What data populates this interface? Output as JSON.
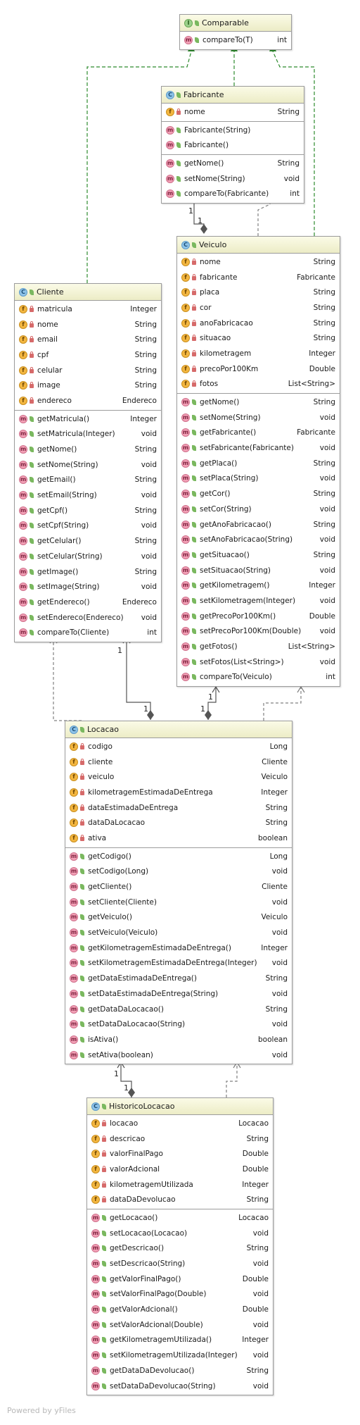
{
  "classes": {
    "comparable": {
      "name": "Comparable",
      "kind": "I",
      "attributes": [],
      "methods": [
        {
          "name": "compareTo(T)",
          "type": "int"
        }
      ]
    },
    "fabricante": {
      "name": "Fabricante",
      "kind": "C",
      "attributes": [
        {
          "name": "nome",
          "type": "String"
        }
      ],
      "constructors": [
        {
          "name": "Fabricante(String)",
          "type": ""
        },
        {
          "name": "Fabricante()",
          "type": ""
        }
      ],
      "methods": [
        {
          "name": "getNome()",
          "type": "String"
        },
        {
          "name": "setNome(String)",
          "type": "void"
        },
        {
          "name": "compareTo(Fabricante)",
          "type": "int"
        }
      ]
    },
    "veiculo": {
      "name": "Veiculo",
      "kind": "C",
      "attributes": [
        {
          "name": "nome",
          "type": "String"
        },
        {
          "name": "fabricante",
          "type": "Fabricante"
        },
        {
          "name": "placa",
          "type": "String"
        },
        {
          "name": "cor",
          "type": "String"
        },
        {
          "name": "anoFabricacao",
          "type": "String"
        },
        {
          "name": "situacao",
          "type": "String"
        },
        {
          "name": "kilometragem",
          "type": "Integer"
        },
        {
          "name": "precoPor100Km",
          "type": "Double"
        },
        {
          "name": "fotos",
          "type": "List<String>"
        }
      ],
      "methods": [
        {
          "name": "getNome()",
          "type": "String"
        },
        {
          "name": "setNome(String)",
          "type": "void"
        },
        {
          "name": "getFabricante()",
          "type": "Fabricante"
        },
        {
          "name": "setFabricante(Fabricante)",
          "type": "void"
        },
        {
          "name": "getPlaca()",
          "type": "String"
        },
        {
          "name": "setPlaca(String)",
          "type": "void"
        },
        {
          "name": "getCor()",
          "type": "String"
        },
        {
          "name": "setCor(String)",
          "type": "void"
        },
        {
          "name": "getAnoFabricacao()",
          "type": "String"
        },
        {
          "name": "setAnoFabricacao(String)",
          "type": "void"
        },
        {
          "name": "getSituacao()",
          "type": "String"
        },
        {
          "name": "setSituacao(String)",
          "type": "void"
        },
        {
          "name": "getKilometragem()",
          "type": "Integer"
        },
        {
          "name": "setKilometragem(Integer)",
          "type": "void"
        },
        {
          "name": "getPrecoPor100Km()",
          "type": "Double"
        },
        {
          "name": "setPrecoPor100Km(Double)",
          "type": "void"
        },
        {
          "name": "getFotos()",
          "type": "List<String>"
        },
        {
          "name": "setFotos(List<String>)",
          "type": "void"
        },
        {
          "name": "compareTo(Veiculo)",
          "type": "int"
        }
      ]
    },
    "cliente": {
      "name": "Cliente",
      "kind": "C",
      "attributes": [
        {
          "name": "matricula",
          "type": "Integer"
        },
        {
          "name": "nome",
          "type": "String"
        },
        {
          "name": "email",
          "type": "String"
        },
        {
          "name": "cpf",
          "type": "String"
        },
        {
          "name": "celular",
          "type": "String"
        },
        {
          "name": "image",
          "type": "String"
        },
        {
          "name": "endereco",
          "type": "Endereco"
        }
      ],
      "methods": [
        {
          "name": "getMatricula()",
          "type": "Integer"
        },
        {
          "name": "setMatricula(Integer)",
          "type": "void"
        },
        {
          "name": "getNome()",
          "type": "String"
        },
        {
          "name": "setNome(String)",
          "type": "void"
        },
        {
          "name": "getEmail()",
          "type": "String"
        },
        {
          "name": "setEmail(String)",
          "type": "void"
        },
        {
          "name": "getCpf()",
          "type": "String"
        },
        {
          "name": "setCpf(String)",
          "type": "void"
        },
        {
          "name": "getCelular()",
          "type": "String"
        },
        {
          "name": "setCelular(String)",
          "type": "void"
        },
        {
          "name": "getImage()",
          "type": "String"
        },
        {
          "name": "setImage(String)",
          "type": "void"
        },
        {
          "name": "getEndereco()",
          "type": "Endereco"
        },
        {
          "name": "setEndereco(Endereco)",
          "type": "void"
        },
        {
          "name": "compareTo(Cliente)",
          "type": "int"
        }
      ]
    },
    "locacao": {
      "name": "Locacao",
      "kind": "C",
      "attributes": [
        {
          "name": "codigo",
          "type": "Long"
        },
        {
          "name": "cliente",
          "type": "Cliente"
        },
        {
          "name": "veiculo",
          "type": "Veiculo"
        },
        {
          "name": "kilometragemEstimadaDeEntrega",
          "type": "Integer"
        },
        {
          "name": "dataEstimadaDeEntrega",
          "type": "String"
        },
        {
          "name": "dataDaLocacao",
          "type": "String"
        },
        {
          "name": "ativa",
          "type": "boolean"
        }
      ],
      "methods": [
        {
          "name": "getCodigo()",
          "type": "Long"
        },
        {
          "name": "setCodigo(Long)",
          "type": "void"
        },
        {
          "name": "getCliente()",
          "type": "Cliente"
        },
        {
          "name": "setCliente(Cliente)",
          "type": "void"
        },
        {
          "name": "getVeiculo()",
          "type": "Veiculo"
        },
        {
          "name": "setVeiculo(Veiculo)",
          "type": "void"
        },
        {
          "name": "getKilometragemEstimadaDeEntrega()",
          "type": "Integer"
        },
        {
          "name": "setKilometragemEstimadaDeEntrega(Integer)",
          "type": "void"
        },
        {
          "name": "getDataEstimadaDeEntrega()",
          "type": "String"
        },
        {
          "name": "setDataEstimadaDeEntrega(String)",
          "type": "void"
        },
        {
          "name": "getDataDaLocacao()",
          "type": "String"
        },
        {
          "name": "setDataDaLocacao(String)",
          "type": "void"
        },
        {
          "name": "isAtiva()",
          "type": "boolean"
        },
        {
          "name": "setAtiva(boolean)",
          "type": "void"
        }
      ]
    },
    "historico": {
      "name": "HistoricoLocacao",
      "kind": "C",
      "attributes": [
        {
          "name": "locacao",
          "type": "Locacao"
        },
        {
          "name": "descricao",
          "type": "String"
        },
        {
          "name": "valorFinalPago",
          "type": "Double"
        },
        {
          "name": "valorAdcional",
          "type": "Double"
        },
        {
          "name": "kilometragemUtilizada",
          "type": "Integer"
        },
        {
          "name": "dataDaDevolucao",
          "type": "String"
        }
      ],
      "methods": [
        {
          "name": "getLocacao()",
          "type": "Locacao"
        },
        {
          "name": "setLocacao(Locacao)",
          "type": "void"
        },
        {
          "name": "getDescricao()",
          "type": "String"
        },
        {
          "name": "setDescricao(String)",
          "type": "void"
        },
        {
          "name": "getValorFinalPago()",
          "type": "Double"
        },
        {
          "name": "setValorFinalPago(Double)",
          "type": "void"
        },
        {
          "name": "getValorAdcional()",
          "type": "Double"
        },
        {
          "name": "setValorAdcional(Double)",
          "type": "void"
        },
        {
          "name": "getKilometragemUtilizada()",
          "type": "Integer"
        },
        {
          "name": "setKilometragemUtilizada(Integer)",
          "type": "void"
        },
        {
          "name": "getDataDaDevolucao()",
          "type": "String"
        },
        {
          "name": "setDataDaDevolucao(String)",
          "type": "void"
        }
      ]
    }
  },
  "multiplicities": {
    "fabricante_veiculo_a": "1",
    "fabricante_veiculo_b": "1",
    "cliente_locacao_a": "1",
    "cliente_locacao_b": "1",
    "veiculo_locacao_a": "1",
    "veiculo_locacao_b": "1",
    "locacao_historico_a": "1",
    "locacao_historico_b": "1"
  },
  "footer": "Powered by yFiles",
  "colors": {
    "realization": "#2e8b2e",
    "dependency": "#808080",
    "association": "#555555",
    "header": "#f4f4d6"
  }
}
